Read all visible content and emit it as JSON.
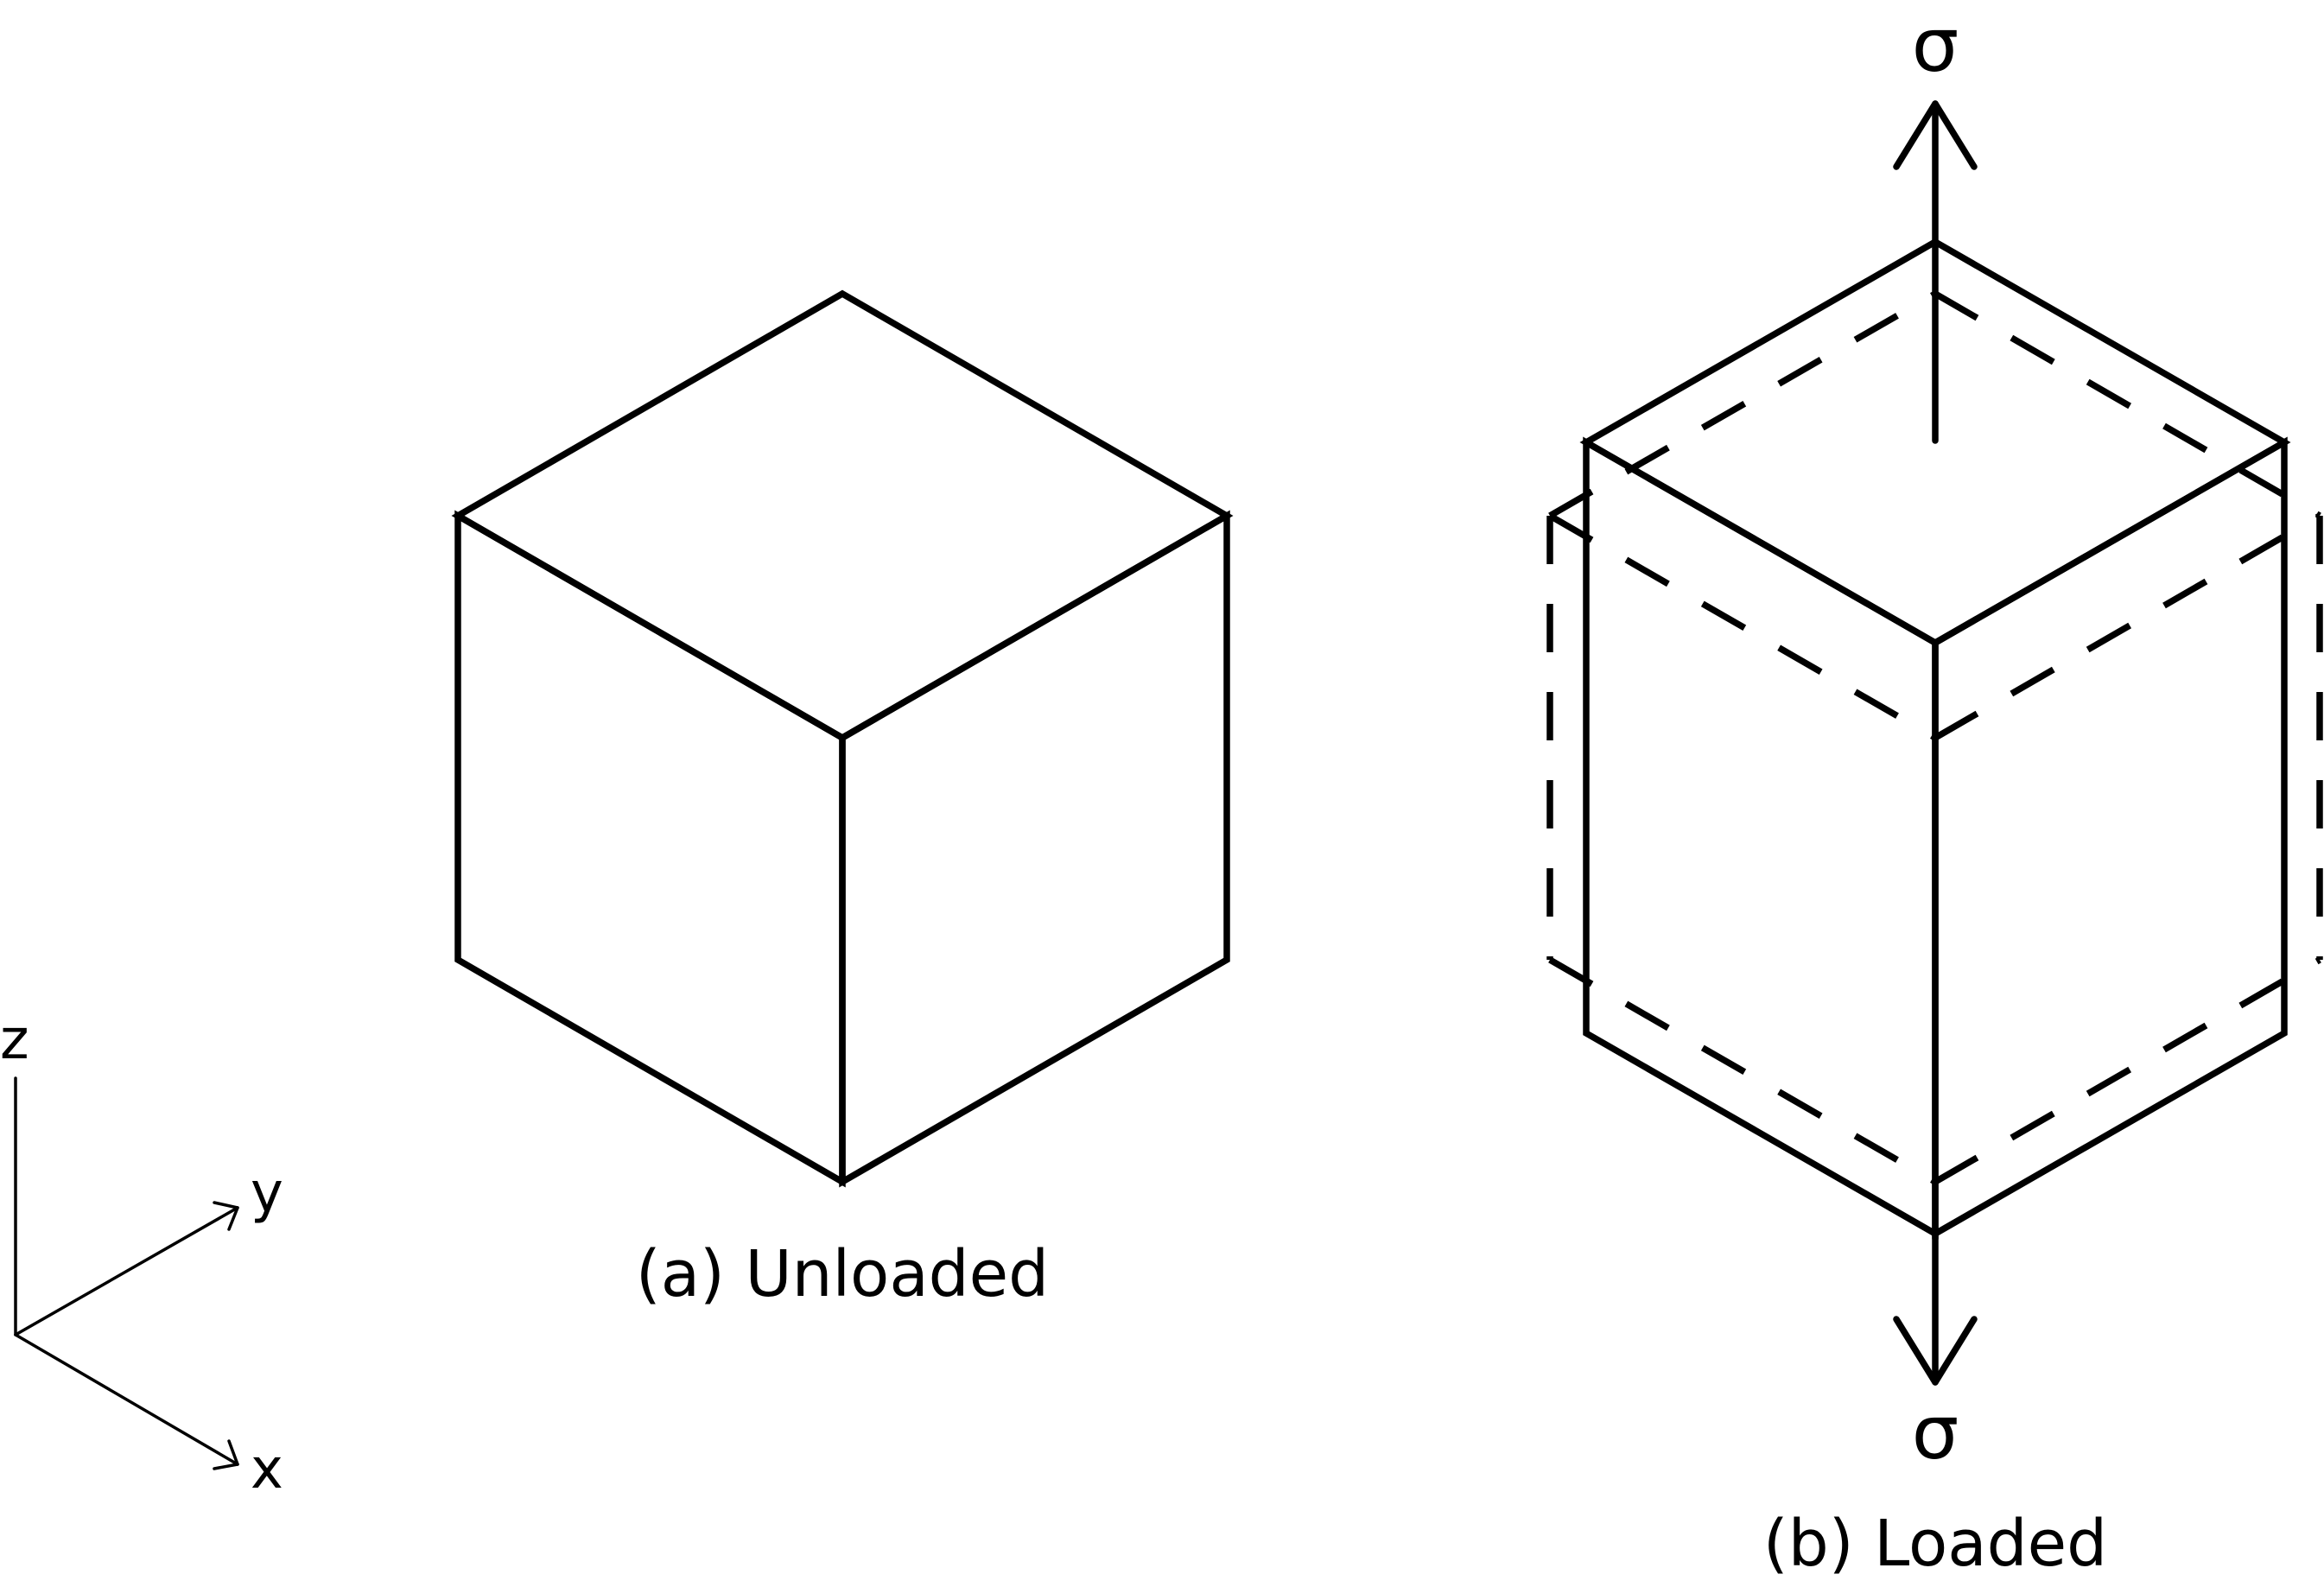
{
  "panels": {
    "unloaded": {
      "caption": "(a) Unloaded"
    },
    "loaded": {
      "caption": "(b) Loaded"
    }
  },
  "stress": {
    "top_symbol": "σ",
    "bottom_symbol": "σ"
  },
  "axes": {
    "z_label": "z",
    "y_label": "y",
    "x_label": "x"
  },
  "style": {
    "line_color": "#000000",
    "background": "#ffffff"
  }
}
